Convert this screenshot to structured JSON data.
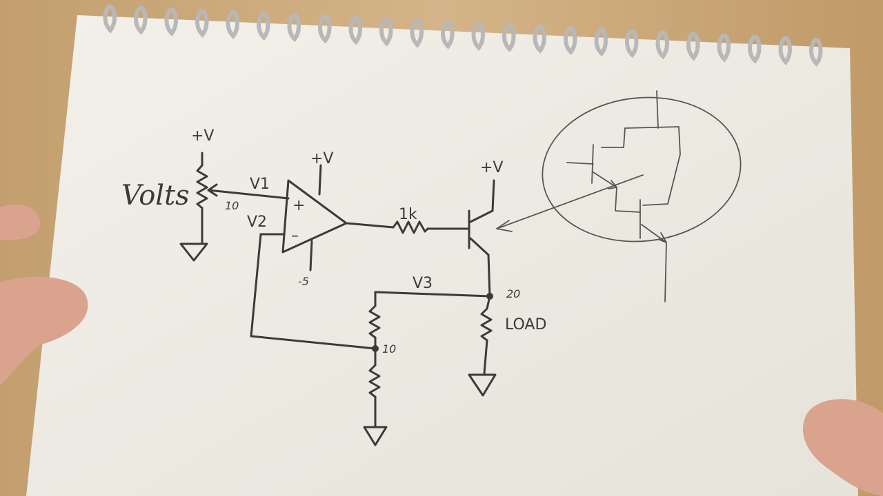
{
  "labels": {
    "pot_supply": "+V",
    "volts": "Volts",
    "pot_wiper": "10",
    "v1": "V1",
    "v2": "V2",
    "opamp_supply_pos": "+V",
    "opamp_plus": "+",
    "opamp_minus": "–",
    "opamp_supply_neg": "-5",
    "resistor_1k": "1k",
    "transistor_supply": "+V",
    "v3": "V3",
    "node_20": "20",
    "load": "LOAD",
    "node_10": "10"
  },
  "colors": {
    "paper": "#efede6",
    "ink": "#3a3a3a",
    "wood": "#c9a878",
    "spiral": "#b8b8b8"
  }
}
